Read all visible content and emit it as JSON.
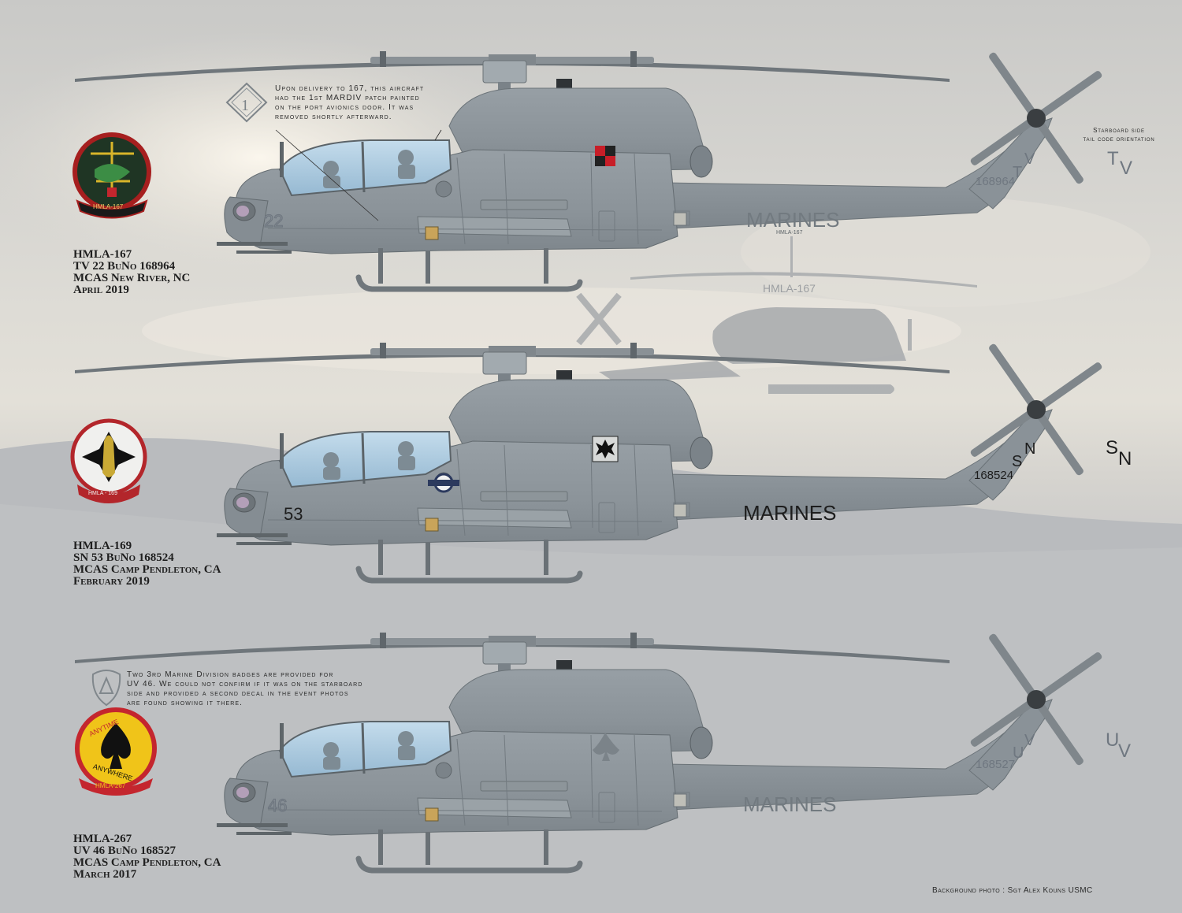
{
  "aircraft": [
    {
      "unit": "HMLA-167",
      "designation": "TV 22 BuNo 168964",
      "base": "MCAS New River, NC",
      "date": "April 2019",
      "badge_text": "HMLA-167",
      "modex": "22",
      "tail_code": [
        "T",
        "V"
      ],
      "tail_serial": "168964",
      "boom_text": "MARINES",
      "boom_subtext": "HMLA-167",
      "colors": {
        "badge_ring": "#a61f1f",
        "badge_fill": "#1f3524",
        "badge_accent": "#d8b52a",
        "markings": "#6f7780"
      }
    },
    {
      "unit": "HMLA-169",
      "designation": "SN 53 BuNo 168524",
      "base": "MCAS Camp Pendleton, CA",
      "date": "February 2019",
      "badge_text": "HMLA - 169",
      "modex": "53",
      "tail_code": [
        "S",
        "N"
      ],
      "tail_serial": "168524",
      "boom_text": "MARINES",
      "colors": {
        "badge_ring": "#b3262b",
        "badge_fill": "#1a1a1a",
        "badge_accent": "#c9a935",
        "markings": "#1d1d1d"
      }
    },
    {
      "unit": "HMLA-267",
      "designation": "UV 46 BuNo 168527",
      "base": "MCAS Camp Pendleton, CA",
      "date": "March 2017",
      "badge_text_top": "ANYTIME",
      "badge_text_bottom": "ANYWHERE",
      "badge_text": "HMLA-267",
      "modex": "46",
      "tail_code": [
        "U",
        "V"
      ],
      "tail_serial": "168527",
      "boom_text": "MARINES",
      "colors": {
        "badge_ring": "#c4262e",
        "badge_fill": "#f0c419",
        "badge_accent": "#111111",
        "markings": "#6f7780"
      }
    }
  ],
  "notes": {
    "top": [
      "Upon delivery to 167, this aircraft",
      "had the 1st MARDIV patch painted",
      "on the port avionics door. It was",
      "removed shortly afterward."
    ],
    "top_badge": "1",
    "bottom": [
      "Two 3rd Marine Division badges are provided for",
      "UV 46. We could not confirm if it was on the starboard",
      "side and provided a second decal in the event photos",
      "are found showing it there."
    ]
  },
  "orientation_label": [
    "Starboard side",
    "tail code orientation"
  ],
  "background_silhouette_text": "HMLA-167",
  "credit": "Background photo : Sgt Alex Kouns USMC",
  "colors": {
    "airframe": "#8e969c",
    "airframe_dark": "#7a8288",
    "canopy": "#a9c8de",
    "rotor": "#6d7378"
  }
}
